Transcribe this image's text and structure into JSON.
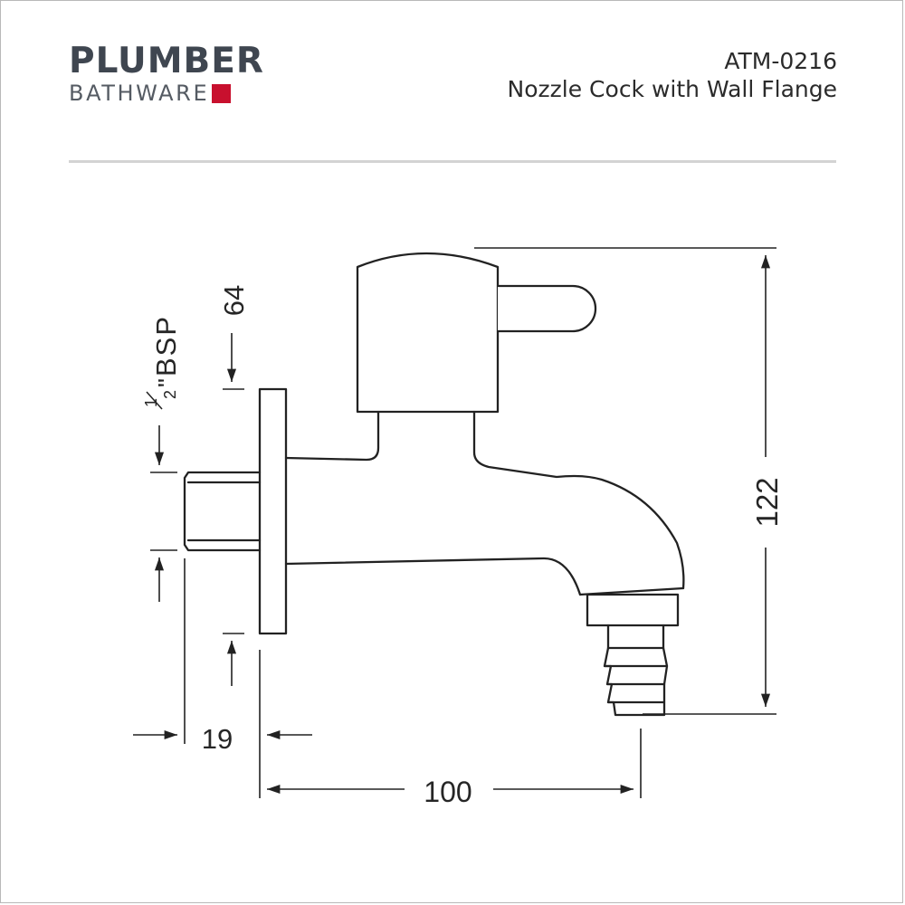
{
  "brand": {
    "name_top": "PLUMBER",
    "name_bottom": "BATHWARE",
    "accent_color": "#c8102e",
    "text_color": "#3f4650"
  },
  "product": {
    "code": "ATM-0216",
    "name": "Nozzle Cock with Wall Flange"
  },
  "dimensions": {
    "height": "122",
    "length": "100",
    "flange_thickness": "19",
    "handle_offset": "64",
    "thread_size": "BSP",
    "thread_fraction_num": "1",
    "thread_fraction_den": "2",
    "thread_inch_mark": "\""
  },
  "colors": {
    "line": "#222222",
    "divider": "#d3d3d3"
  }
}
